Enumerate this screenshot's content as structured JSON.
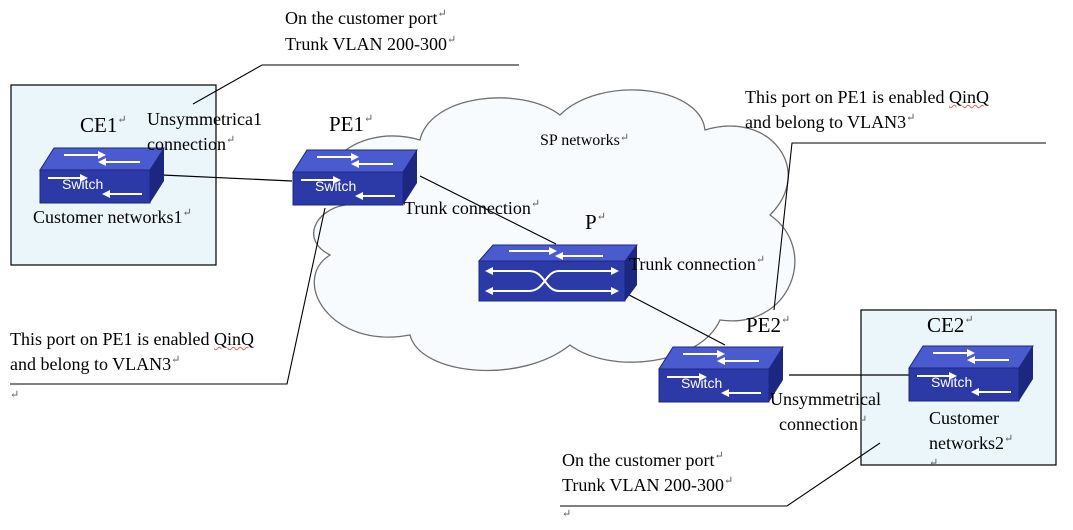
{
  "labels": {
    "ce1": "CE1",
    "pe1": "PE1",
    "p": "P",
    "pe2": "PE2",
    "ce2": "CE2",
    "sp_networks": "SP networks",
    "customer_networks1": "Customer networks1",
    "customer_networks2_line1": "Customer",
    "customer_networks2_line2": "networks2",
    "trunk_connection_pe1_p": "Trunk connection",
    "trunk_connection_p_pe2": "Trunk connection",
    "unsym_top_line1": "Unsymmetrica1",
    "unsym_top_line2": "connection",
    "unsym_bottom_line1": "Unsymmetrical",
    "unsym_bottom_line2": "connection",
    "top_note_line1": "On the customer port",
    "top_note_line2": "Trunk VLAN 200-300",
    "bottom_note_line1": "On the customer port",
    "bottom_note_line2": "Trunk VLAN 200-300",
    "right_note_line1_pre": "This port on PE1 is enabled ",
    "right_note_line1_word": "QinQ",
    "right_note_line2": "and belong to VLAN3",
    "left_note_line1_pre": "This port on PE1 is enabled ",
    "left_note_line1_word": "QinQ",
    "left_note_line2": "and belong to VLAN3",
    "switch_text": "Switch",
    "return_mark": "↵"
  },
  "colors": {
    "switch_body": "#2b3aa6",
    "switch_top": "#4a5bd0",
    "switch_side": "#1c2780",
    "customer_box_fill": "#eaf6fa",
    "cloud_fill": "#f7fbfd",
    "line": "#000000"
  }
}
